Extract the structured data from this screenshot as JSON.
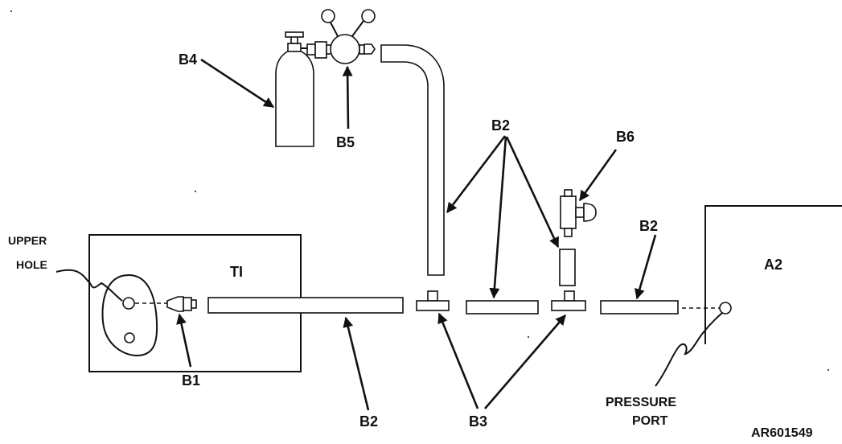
{
  "labels": {
    "b4": "B4",
    "b5": "B5",
    "b2_top": "B2",
    "b6": "B6",
    "b2_right": "B2",
    "b2_bottom": "B2",
    "b1": "B1",
    "b3": "B3",
    "ti": "TI",
    "a2": "A2",
    "upper_hole_line1": "UPPER",
    "upper_hole_line2": "HOLE",
    "pressure_port_line1": "PRESSURE",
    "pressure_port_line2": "PORT",
    "figure_id": "AR601549"
  }
}
